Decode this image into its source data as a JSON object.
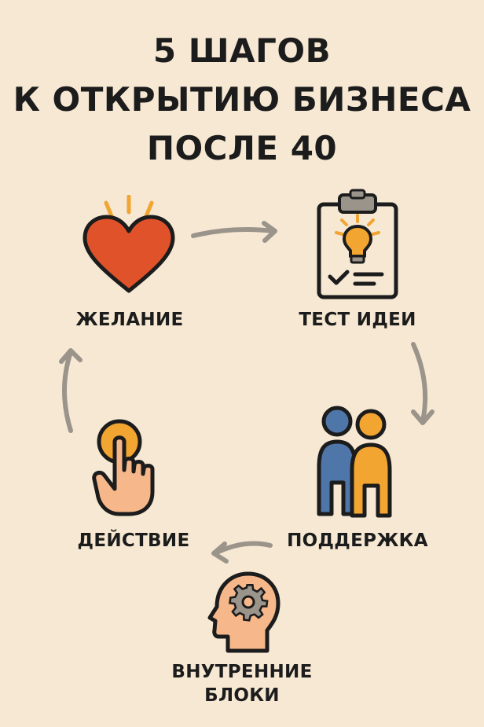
{
  "title": {
    "line1": "5 ШАГОВ",
    "line2": "К ОТКРЫТИЮ БИЗНЕСА",
    "line3": "ПОСЛЕ 40"
  },
  "steps": [
    {
      "label": "ЖЕЛАНИЕ",
      "icon": "heart-icon"
    },
    {
      "label": "ТЕСТ ИДЕИ",
      "icon": "clipboard-lightbulb-icon"
    },
    {
      "label": "ПОДДЕРЖКА",
      "icon": "two-people-icon"
    },
    {
      "label_line1": "ВНУТРЕННИЕ",
      "label_line2": "БЛОКИ",
      "icon": "head-gear-icon"
    },
    {
      "label": "ДЕЙСТВИЕ",
      "icon": "pointing-hand-icon"
    }
  ],
  "colors": {
    "background": "#f6e8d3",
    "heart": "#e0522a",
    "accent_yellow": "#f2a531",
    "person_blue": "#4f76a8",
    "skin": "#f6b88a",
    "arrow": "#9b948b",
    "outline": "#1c1c1c"
  }
}
